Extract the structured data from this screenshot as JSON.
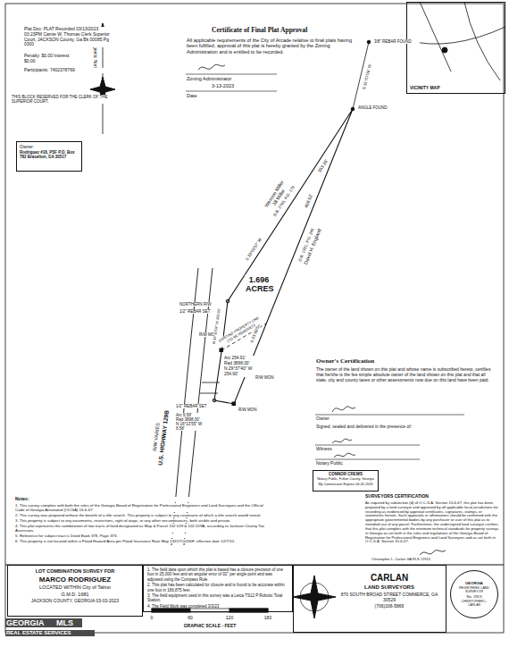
{
  "diagram": {
    "nodes": [
      {
        "text": [
          "Owner:",
          "Rodriguez #18, PSF P.O. Box 782 Braselton, GA 30517"
        ]
      },
      {
        "text": [
          "VICINITY MAP"
        ]
      },
      {
        "text": [
          "CONNOR CREWS",
          "Notary Public, Fulton County, Georgia",
          "My Commission Expires 04-05-2026"
        ]
      },
      {
        "text": [
          "LOT COMBINATION SURVEY FOR",
          "MARCO RODRIGUEZ",
          "LOCATED WITHIN City of Talmo",
          "G.M.D. 1681",
          "JACKSON COUNTY, GEORGIA 03-03-2023"
        ]
      },
      {
        "text": [
          "1. The field data upon which this plat is based has a closure precision of one foot in 25,000 feet and an angular error of 02\" per angle point and was adjusted using the Compass Rule.",
          "2. This plat has been calculated for closure and is found to be accurate within one foot in 166,875 feet.",
          "3. The field equipment used in this survey was a Leica TS12 P Robotic Total Station.",
          "4. The Field Work was completed 3/3/23"
        ]
      },
      {
        "text": [
          "CARLAN",
          "LAND SURVEYORS",
          "870 SOUTH BROAD STREET COMMERCE, GA 30529",
          "(706)336-5869"
        ]
      },
      {
        "text": [
          "GEORGIA",
          "REGISTERED LAND SURVEYOR",
          "No. 2913",
          "CHRISTOPHER L. CARLAN"
        ]
      }
    ],
    "labels": [
      "Magnetic North",
      "Certificate of Final Plat Approval",
      "All applicable requirements of the City of Arcade relative to final plats having been fulfilled, approval of this plat is hereby granted by the Zoning Administration and is entitled to be recorded.",
      "Zoning Administrator",
      "3-13-2023",
      "Date",
      "THIS BLOCK RESERVED FOR THE CLERK OF THE SUPERIOR COURT.",
      "3/8\" REBAR FOUND",
      "S 31°07'06\" W",
      "ANGLE FOUND",
      "Wesson Miller",
      "Jill Miller",
      "D.B. 2765, P.G. 179",
      "353.16'",
      "S 33°09'57\" W",
      "David H. England",
      "D.B. 1921, P.G. 245",
      "468.52'",
      "S 23°00'54\" W",
      "1.696 ACRES",
      "EXISTING PROPERTY LINE (TO BE REMOVED)",
      "NORTHERN R/W",
      "1/2\" REBAR SET",
      "R/W MON",
      "N 16°12'04\" W 100.02'",
      "Arc 254.91'",
      "Rad 3898.00'",
      "N 29°37'40\" W",
      "254.90'",
      "R/W MON",
      "1/2\" REBAR SET",
      "R/W MON",
      "Arc 6.58'",
      "Rad 3898.00'",
      "N 16°13'55\" W",
      "6.58'",
      "U.S. HIGHWAY 129B",
      "R/W VARIES",
      "Owner's Certification",
      "The owner of the land shown on this plat and whose name is subscribed hereto, certifies that he/she is the fee simple absolute owner of the land shown on this plat and that all state, city and county taxes or other assessments now due on this land have been paid.",
      "Owner",
      "Signed, sealed and delivered in the presence of:",
      "Witness",
      "Notary Public",
      "SURVEYORS CERTIFICATION",
      "As required by subsection (d) of O.C.G.A. Section 15-6-67, this plat has been prepared by a land surveyor and approved by all applicable local jurisdictions for recording as evidenced by approval certificates, signatures, stamps, or statements hereon. Such approvals or affirmations should be confirmed with the appropriate governmental bodies by any purchaser or user of this plat as to intended use of any parcel. Furthermore, the undersigned land surveyor certifies that this plat complies with the minimum technical standards for property surveys in Georgia as set forth in the rules and regulations of the Georgia Board of Registration for Professional Engineers and Land Surveyors and as set forth in O.C.G.A. Section 15-6-67.",
      "Christopher L. Carlan GA RLS #2913",
      "Notes:",
      "1. This survey complies with both the rules of the Georgia Board of Registration for Professional Engineers and Land Surveyors and the Official Code of Georgia Annotated (OCGA) 15-6-67.",
      "2. This survey was prepared without the benefit of a title search. This property is subject to any covenants of which a title search would reveal.",
      "3. This property is subject to any easements, restrictions, right-of-ways, or any other encumbrances, both visible and private.",
      "4. This plat represents the combination of two tracts of land designated as Map & Parcel 102 019 & 102 019A, according to Jackson County Tax Assessors.",
      "5. Reference for subject tract is Deed Book 378, Page 373.",
      "6. This property is not located within a Flood Hazard Area per Flood Insurance Rate Map 13157C0160F, effective date 12/7/10.",
      "0",
      "60",
      "120",
      "180",
      "GRAPHIC SCALE - FEET",
      "GEORGIA",
      "MLS",
      "REAL ESTATE SERVICES",
      "Plat Doc: PLAT Recorded 03/13/2023 03:23PM Camie W. Thomas Clerk Superior Court, JACKSON County, Ga Bk 00085 Pg 0300",
      "Penalty: $0.00 Interest: $0.00",
      "Participants: 7402378769"
    ]
  }
}
